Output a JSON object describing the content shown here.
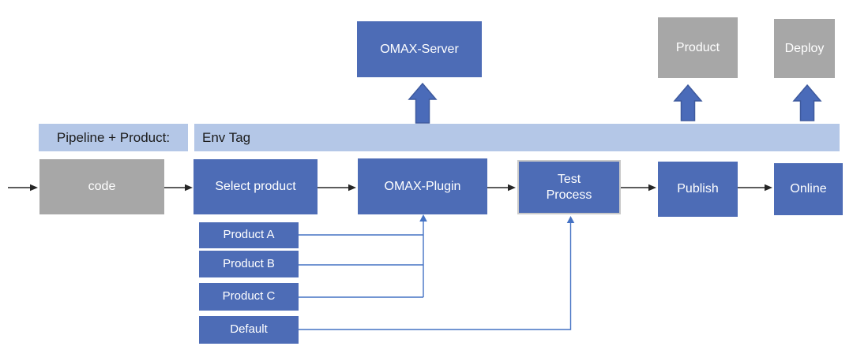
{
  "band": {
    "pipeline_product_label": "Pipeline + Product:",
    "env_tag_label": "Env Tag"
  },
  "flow_nodes": {
    "code": {
      "label": "code"
    },
    "select_product": {
      "label": "Select product"
    },
    "omax_plugin": {
      "label": "OMAX-Plugin"
    },
    "test_process": {
      "label": "Test Process"
    },
    "publish": {
      "label": "Publish"
    },
    "online": {
      "label": "Online"
    }
  },
  "output_nodes": {
    "omax_server": {
      "label": "OMAX-Server"
    },
    "product": {
      "label": "Product"
    },
    "deploy": {
      "label": "Deploy"
    }
  },
  "product_options": {
    "product_a": {
      "label": "Product A"
    },
    "product_b": {
      "label": "Product B"
    },
    "product_c": {
      "label": "Product C"
    },
    "default_option": {
      "label": "Default"
    }
  },
  "colors": {
    "node_blue": "#4d6cb6",
    "band_light_blue": "#b4c7e7",
    "node_gray": "#a7a7a7",
    "connector_blue": "#4472c4",
    "flow_arrow_black": "#262626",
    "block_arrow_fill": "#4a6bb9",
    "block_arrow_border": "#3e5a9d"
  }
}
